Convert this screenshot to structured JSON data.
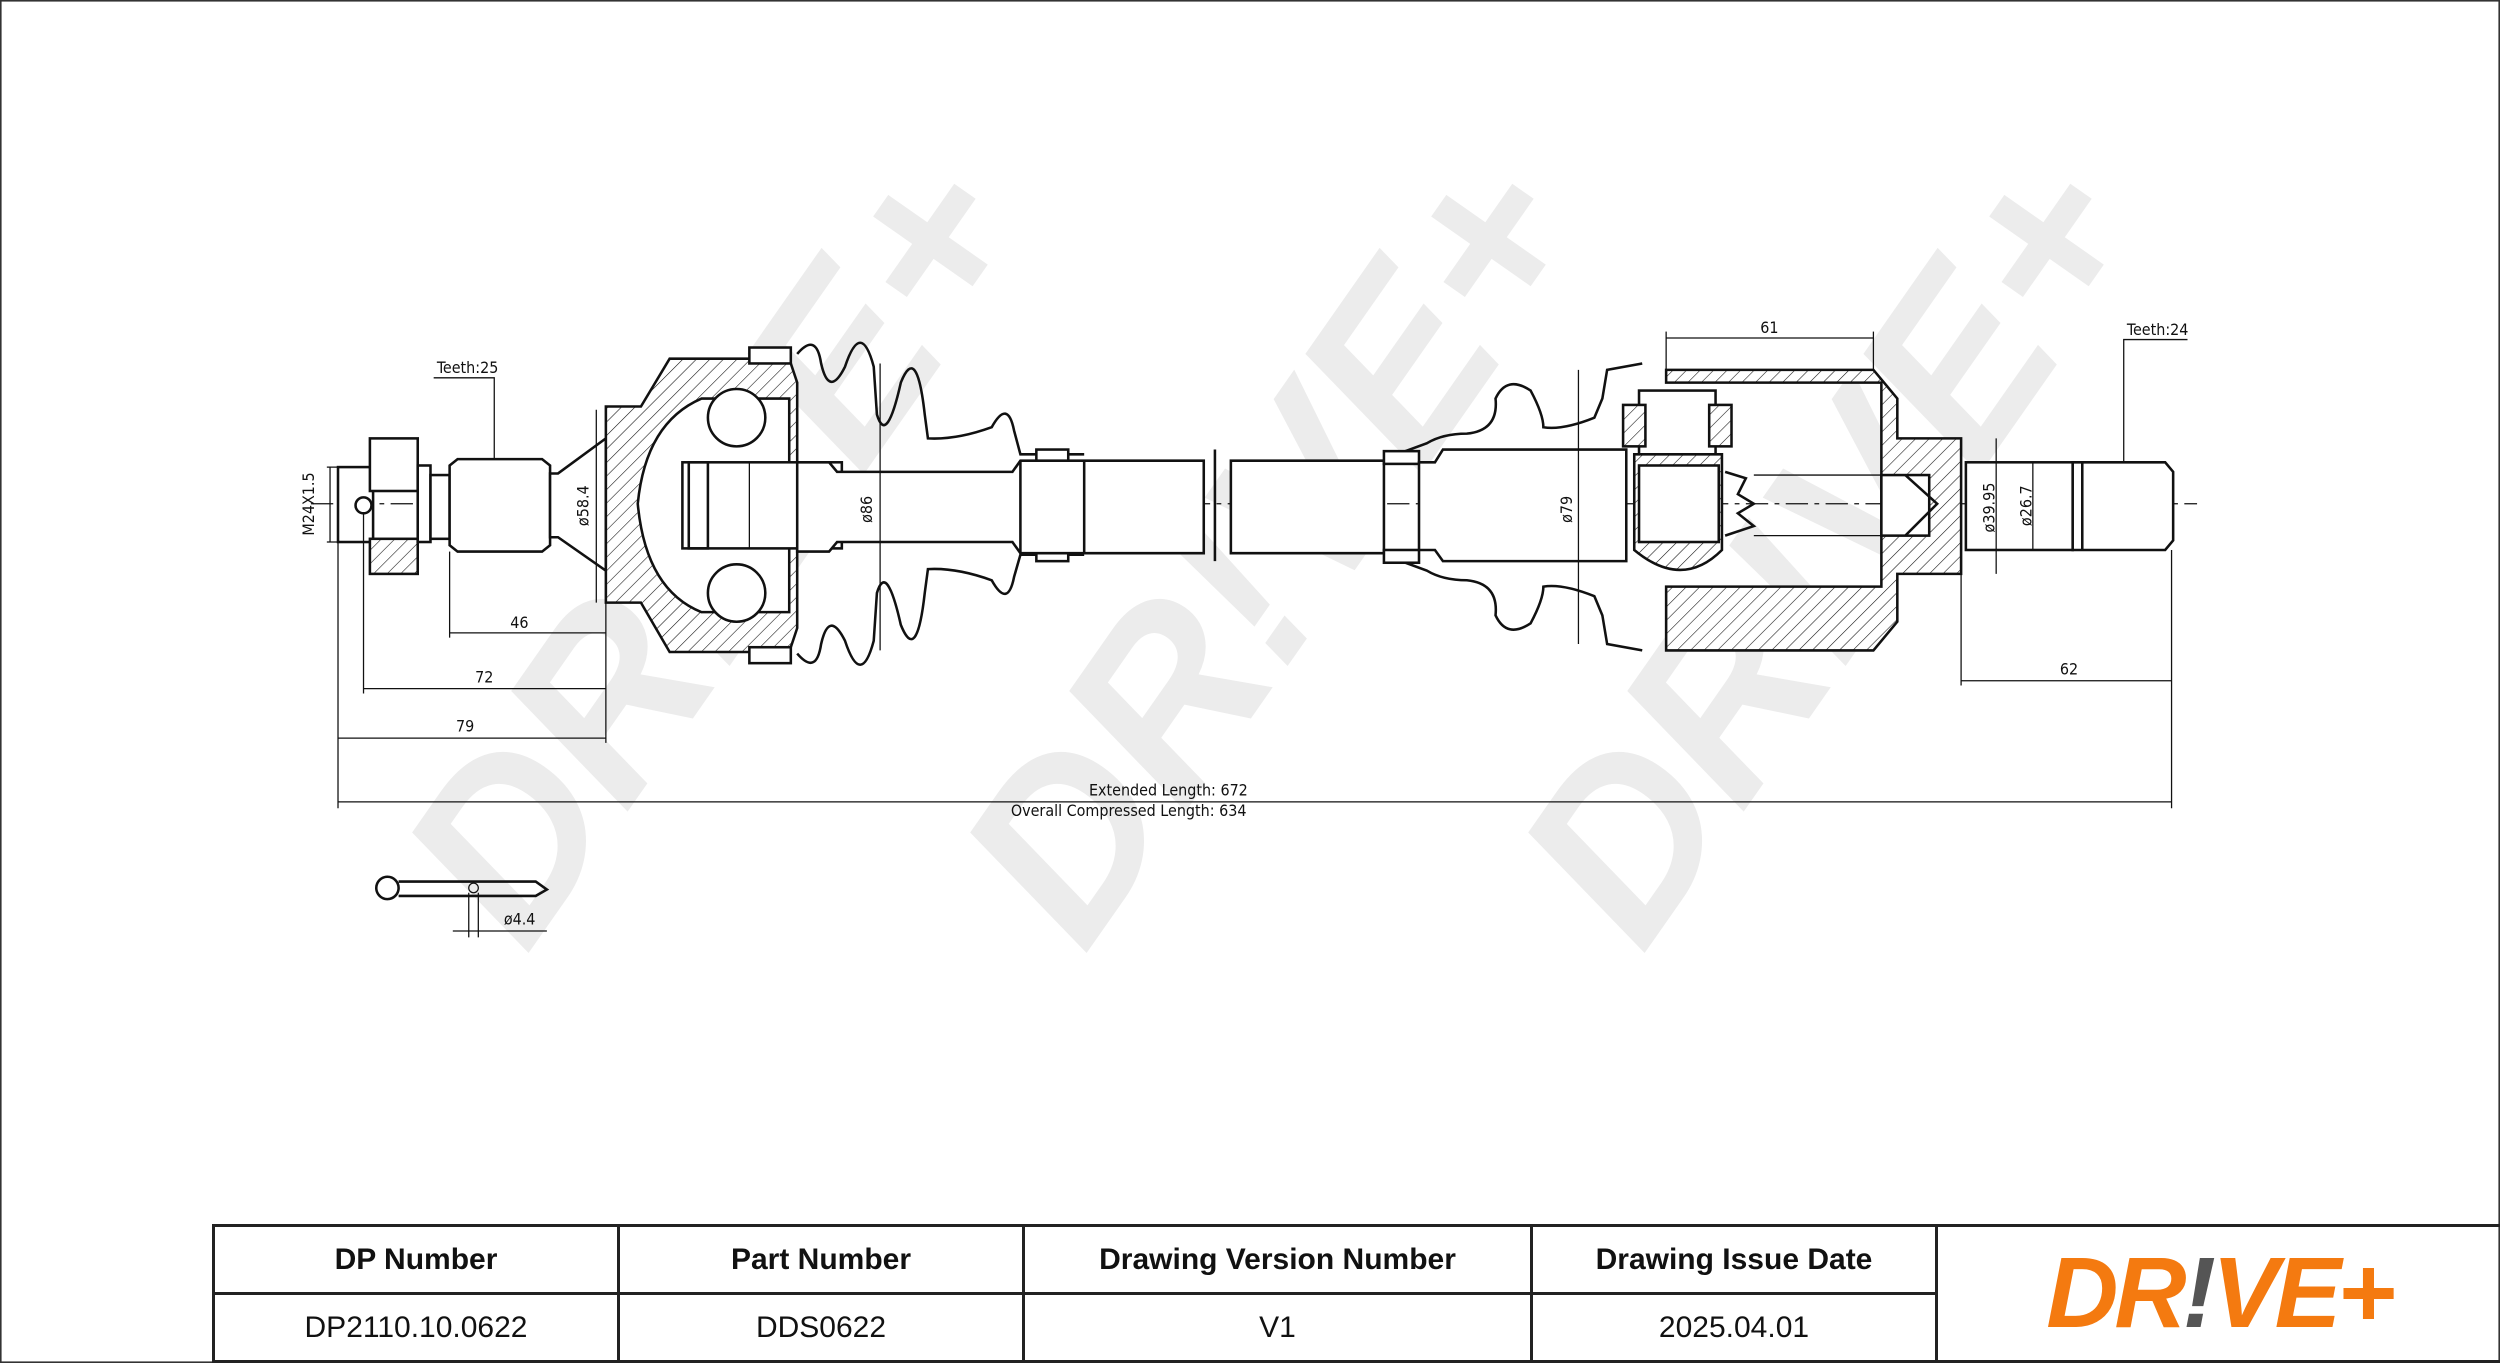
{
  "drawing": {
    "watermark": "DR!VE+",
    "labels": {
      "thread": "M24X1.5",
      "teeth_left": "Teeth:25",
      "dia_58_4": "ø58.4",
      "dia_86": "ø86",
      "dim_46": "46",
      "dim_72": "72",
      "dim_79": "79",
      "extended_length": "Extended  Length: 672",
      "compressed_length": "Overall  Compressed  Length: 634",
      "dim_61": "61",
      "teeth_right": "Teeth:24",
      "dia_79": "ø79",
      "dia_39_95": "ø39.95",
      "dia_26_7": "ø26.7",
      "dim_62": "62",
      "pin_dia": "ø4.4"
    }
  },
  "title_block": {
    "headers": [
      "DP Number",
      "Part Number",
      "Drawing Version Number",
      "Drawing Issue Date"
    ],
    "values": [
      "DP2110.10.0622",
      "DDS0622",
      "V1",
      "2025.04.01"
    ],
    "logo": {
      "part1": "DR",
      "part2": "!",
      "part3": "VE+",
      "color": "#f47a10"
    }
  }
}
